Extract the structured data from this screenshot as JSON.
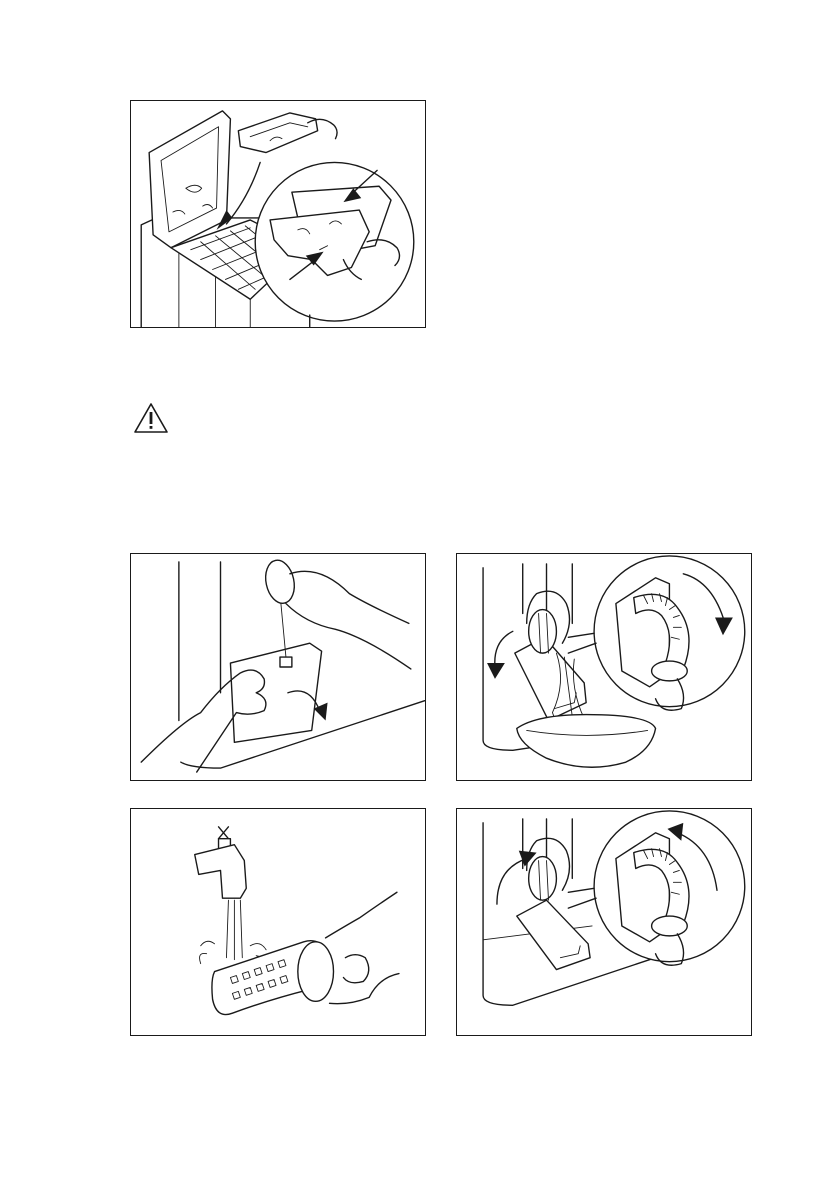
{
  "page": {
    "background": "#ffffff",
    "ink": "#1a1a1a"
  },
  "icons": {
    "warning": "warning-triangle-icon"
  },
  "figures": [
    {
      "id": "p1",
      "depicts": "detergent-dispenser-removal"
    },
    {
      "id": "p2",
      "depicts": "filter-cover-opening"
    },
    {
      "id": "p3",
      "depicts": "drain-filter-removal"
    },
    {
      "id": "p4",
      "depicts": "filter-rinsing-under-tap"
    },
    {
      "id": "p5",
      "depicts": "drain-filter-refitting"
    }
  ]
}
